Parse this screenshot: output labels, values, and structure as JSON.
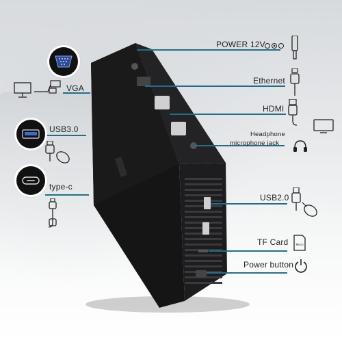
{
  "labels": {
    "power": "POWER 12V",
    "ethernet": "Ethernet",
    "hdmi": "HDMI",
    "headphone_line1": "Headphone",
    "headphone_line2": "microphone jack",
    "vga": "VGA",
    "usb3": "USB3.0",
    "typec": "type-c",
    "usb2": "USB2.0",
    "tfcard": "TF Card",
    "power_button": "Power button"
  },
  "colors": {
    "leader_line": "#1f6f8b",
    "device_body": "#1b1b1c",
    "text": "#222222",
    "usb3_blue": "#2f6fd6"
  },
  "icons": [
    "power-polarity-icon",
    "dc-plug-icon",
    "ethernet-cable-icon",
    "hdmi-cable-icon",
    "tv-icon",
    "headset-icon",
    "vga-port-icon",
    "monitor-icon",
    "usb3-port-icon",
    "usb-mouse-icon",
    "typec-port-icon",
    "usb-c-cable-icon",
    "usb-stick-icon",
    "mouse-icon",
    "microsd-card-icon",
    "power-icon"
  ]
}
